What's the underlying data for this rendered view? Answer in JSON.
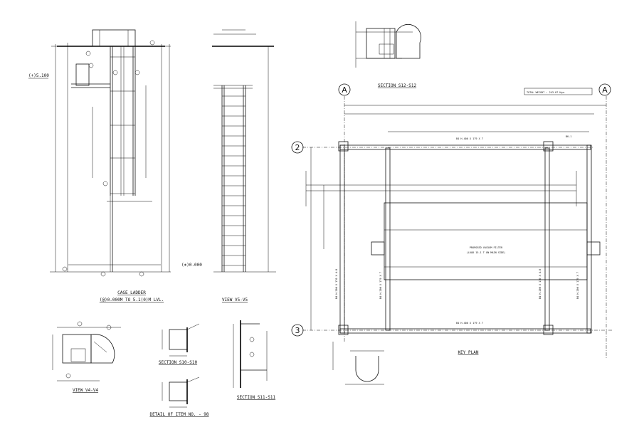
{
  "drawing": {
    "views": {
      "cage_ladder": {
        "title": "CAGE LADDER",
        "subtitle": "(@)0.000M TO 5.1(0)M LVL."
      },
      "view_v5": {
        "title": "VIEW V5-V5"
      },
      "view_v4": {
        "title": "VIEW V4-V4"
      },
      "section_s10": {
        "title": "SECTION S10-S10"
      },
      "section_s11": {
        "title": "SECTION S11-S11"
      },
      "section_s12": {
        "title": "SECTION S12-S12"
      },
      "detail_item": {
        "title": "DETAIL OF ITEM NO. - 98"
      },
      "key_plan": {
        "title": "KEY PLAN"
      }
    },
    "grid_labels": {
      "a_left": "A",
      "a_right": "A",
      "row_2": "2",
      "row_3": "3"
    },
    "total_weight": "TOTAL WEIGHT : 243.07 Kgs.",
    "level_top": "(+)5.100",
    "level_zero": "(±)0.000",
    "key_plan": {
      "beam_top": "B4 H-400 X 179 X 7",
      "beam_bottom": "B4 H-400 X 179 X 7",
      "beam_left": "B4 H-200 X 179 X 7",
      "beam_right": "B4 H-200 X 179 X 7",
      "beam_left_outer": "B4 H-200 X 170 X 4.8",
      "beam_right_outer": "B4 H-200 X 170 X 4.8",
      "vessel_label": "PROPOSED VACUUM FILTER",
      "vessel_sub": "(LOAD 15.1 T ON MAIN SIDE)",
      "column_tag": "BK-1"
    }
  }
}
